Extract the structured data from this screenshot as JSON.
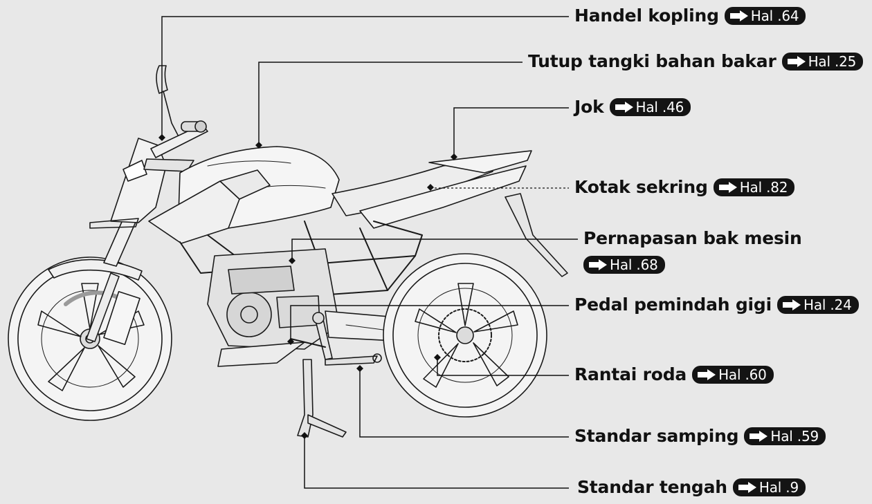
{
  "callouts": [
    {
      "id": "handel-kopling",
      "text": "Handel kopling",
      "page": "Hal .64"
    },
    {
      "id": "tutup-tangki",
      "text": "Tutup tangki bahan bakar",
      "page": "Hal .25"
    },
    {
      "id": "jok",
      "text": "Jok",
      "page": "Hal .46"
    },
    {
      "id": "kotak-sekring",
      "text": "Kotak sekring",
      "page": "Hal .82"
    },
    {
      "id": "pernapasan",
      "text": "Pernapasan bak mesin",
      "page": "Hal .68"
    },
    {
      "id": "pedal-pemindah",
      "text": "Pedal pemindah gigi",
      "page": "Hal .24"
    },
    {
      "id": "rantai-roda",
      "text": "Rantai roda",
      "page": "Hal .60"
    },
    {
      "id": "standar-samping",
      "text": "Standar samping",
      "page": "Hal .59"
    },
    {
      "id": "standar-tengah",
      "text": "Standar tengah",
      "page": "Hal .9"
    }
  ],
  "icons": {
    "page_ref": "arrow-right-icon",
    "pointer": "diamond-marker-icon"
  },
  "colors": {
    "background": "#e8e8e8",
    "ink": "#111111",
    "badge": "#141414",
    "badge_text": "#ffffff"
  }
}
